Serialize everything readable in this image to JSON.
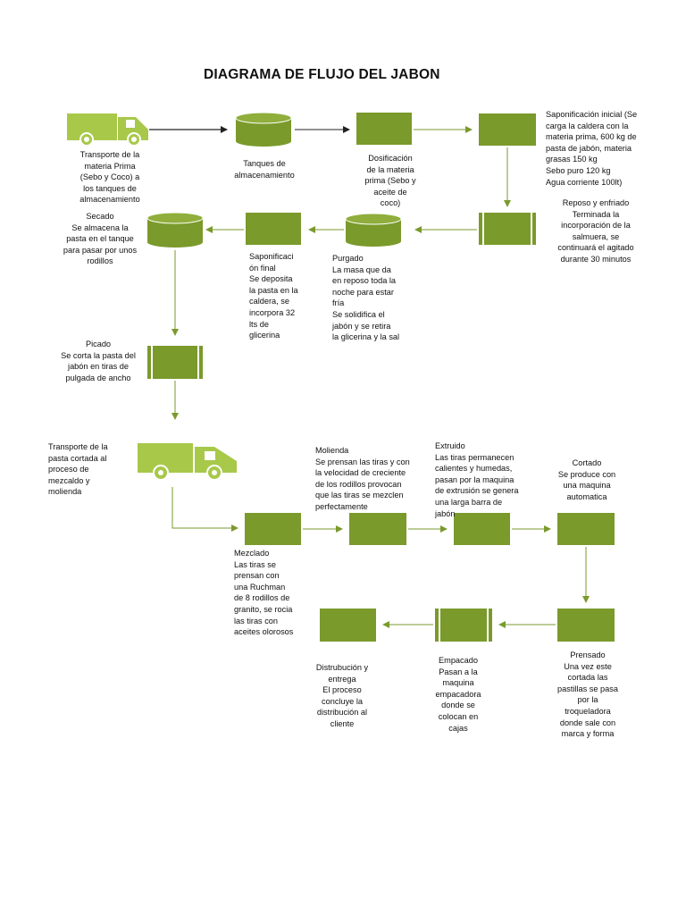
{
  "title": "DIAGRAMA DE FLUJO DEL JABON",
  "colors": {
    "box": "#7a9a2c",
    "box_dark": "#5f7a1e",
    "truck": "#a8c84a",
    "arrow_gray": "#222222",
    "arrow_green": "#7a9a2c"
  },
  "steps": {
    "transporte_mp": "Transporte de la\nmateria Prima\n(Sebo y Coco) a\nlos tanques de\nalmacenamiento",
    "tanques": "Tanques de\nalmacenamiento",
    "dosificacion": "Dosificación\nde la materia\nprima (Sebo y\naceite de\ncoco)",
    "saponificacion_inicial": "Saponificación inicial (Se\ncarga la caldera con la\nmateria prima, 600 kg de\npasta de jabón, materia\ngrasas 150 kg\nSebo puro 120 kg\n Agua corriente 100lt)",
    "reposo": "Reposo y enfriado\nTerminada la\nincorporación de la\nsalmuera, se\ncontinuará el agitado\ndurante 30 minutos",
    "purgado": "Purgado\nLa masa que da\nen reposo toda la\nnoche para estar\nfría\nSe solidifica el\njabón y se retira\nla glicerina y la sal",
    "saponificacion_final": "Saponificaci\nón final\nSe deposita\nla pasta en la\ncaldera, se\nincorpora 32\nlts de\nglicerina",
    "secado": "Secado\nSe almacena la\npasta en el tanque\npara pasar por unos\nrodillos",
    "picado": "Picado\nSe corta la pasta del\njabón en tiras de\npulgada de ancho",
    "transporte_pasta": "Transporte de la\npasta cortada al\nproceso de\nmezcaldo y\nmolienda",
    "mezclado": "Mezclado\nLas tiras se\nprensan con\nuna Ruchman\nde 8 rodillos de\ngranito, se rocia\nlas tiras con\naceites olorosos",
    "molienda": "Molienda\nSe prensan las tiras y con\nla velocidad de creciente\nde los rodillos provocan\nque las tiras se mezclen\nperfectamente",
    "extruido": "Extruido\nLas tiras permanecen\ncalientes y humedas,\npasan por la maquina\nde extrusión se genera\nuna larga barra de\njabón",
    "cortado": "Cortado\nSe produce con\nuna maquina\nautomatica",
    "prensado": "Prensado\nUna vez este\ncortada las\npastillas se pasa\npor la\ntroqueladora\ndonde sale con\nmarca y forma",
    "empacado": "Empacado\nPasan a la\nmaquina\nempacadora\ndonde se\ncolocan en\ncajas",
    "distribucion": "Distrubución y\nentrega\nEl proceso\nconcluye la\ndistribución al\ncliente"
  }
}
